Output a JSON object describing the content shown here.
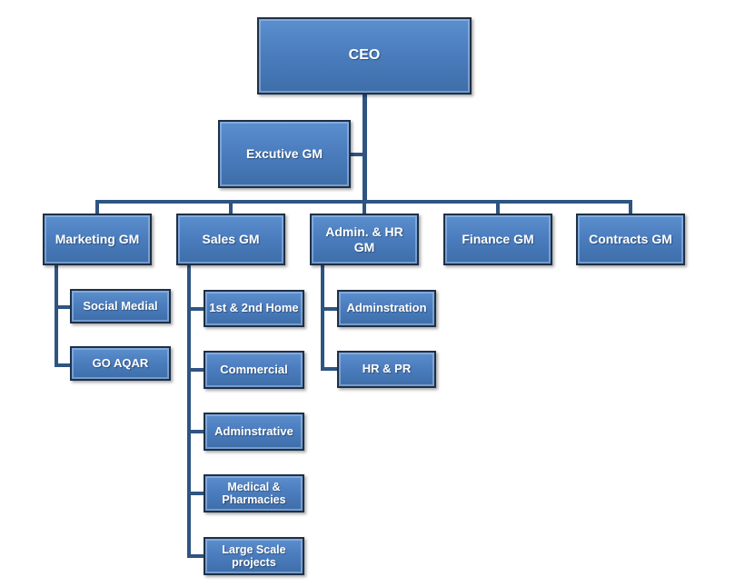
{
  "org_chart": {
    "ceo": "CEO",
    "executive_gm": "Excutive GM",
    "departments": [
      {
        "label": "Marketing GM",
        "children": [
          "Social Medial",
          "GO AQAR"
        ]
      },
      {
        "label": "Sales GM",
        "children": [
          "1st & 2nd Home",
          "Commercial",
          "Adminstrative",
          "Medical & Pharmacies",
          "Large Scale projects"
        ]
      },
      {
        "label": "Admin. & HR GM",
        "children": [
          "Adminstration",
          "HR & PR"
        ]
      },
      {
        "label": "Finance GM",
        "children": []
      },
      {
        "label": "Contracts GM",
        "children": []
      }
    ]
  },
  "colors": {
    "box_fill": "#4a7cbd",
    "box_border": "#1f2f45",
    "connector": "#2e5482",
    "text": "#ffffff"
  }
}
